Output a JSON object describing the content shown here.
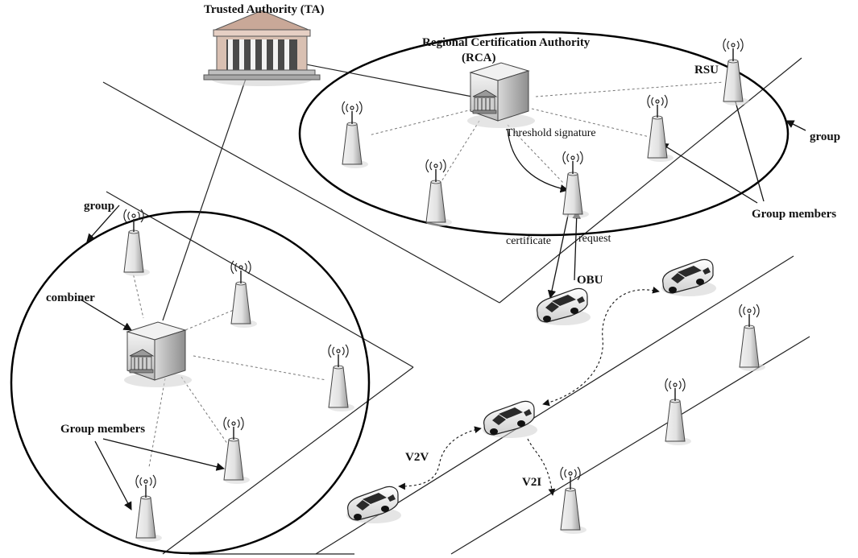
{
  "labels": {
    "trusted_authority": "Trusted Authority (TA)",
    "rca_line1": "Regional Certification Authority",
    "rca_line2": "(RCA)",
    "rsu": "RSU",
    "threshold_signature": "Threshold signature",
    "group_right": "group",
    "group_members_right": "Group members",
    "certificate": "certificate",
    "request": "request",
    "obu": "OBU",
    "group_left": "group",
    "combiner": "combiner",
    "group_members_left": "Group members",
    "v2v": "V2V",
    "v2i": "V2I"
  },
  "icons": [
    "building-icon",
    "server-icon",
    "antenna-tower-icon",
    "car-icon"
  ]
}
